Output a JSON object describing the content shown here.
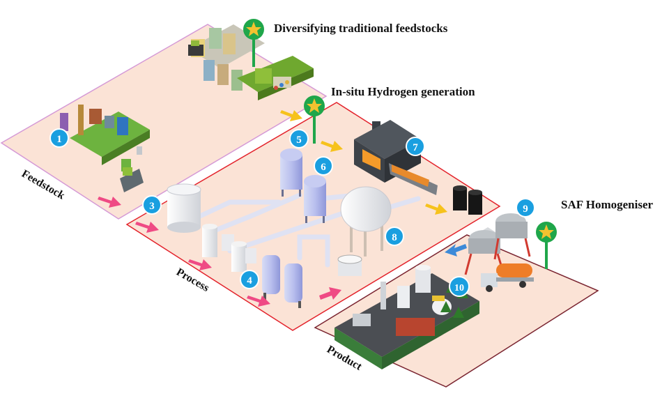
{
  "zones": {
    "feedstock": "Feedstock",
    "process": "Process",
    "product": "Product"
  },
  "callouts": {
    "feedstocks": "Diversifying traditional feedstocks",
    "hydrogen": "In-situ Hydrogen generation",
    "homogeniser": "SAF Homogeniser"
  },
  "steps": [
    "1",
    "3",
    "4",
    "5",
    "6",
    "7",
    "8",
    "9",
    "10"
  ],
  "colors": {
    "zone_fill": "#fbe3d6",
    "feedstock_border": "#d59ad6",
    "process_border": "#e3222b",
    "product_border": "#7a2430",
    "badge": "#1a9fe0",
    "pin": "#1fa64a",
    "star": "#f2c230",
    "arrow_pink": "#ef4a84",
    "arrow_yellow": "#f6c21c",
    "arrow_blue": "#3d8ad8"
  }
}
